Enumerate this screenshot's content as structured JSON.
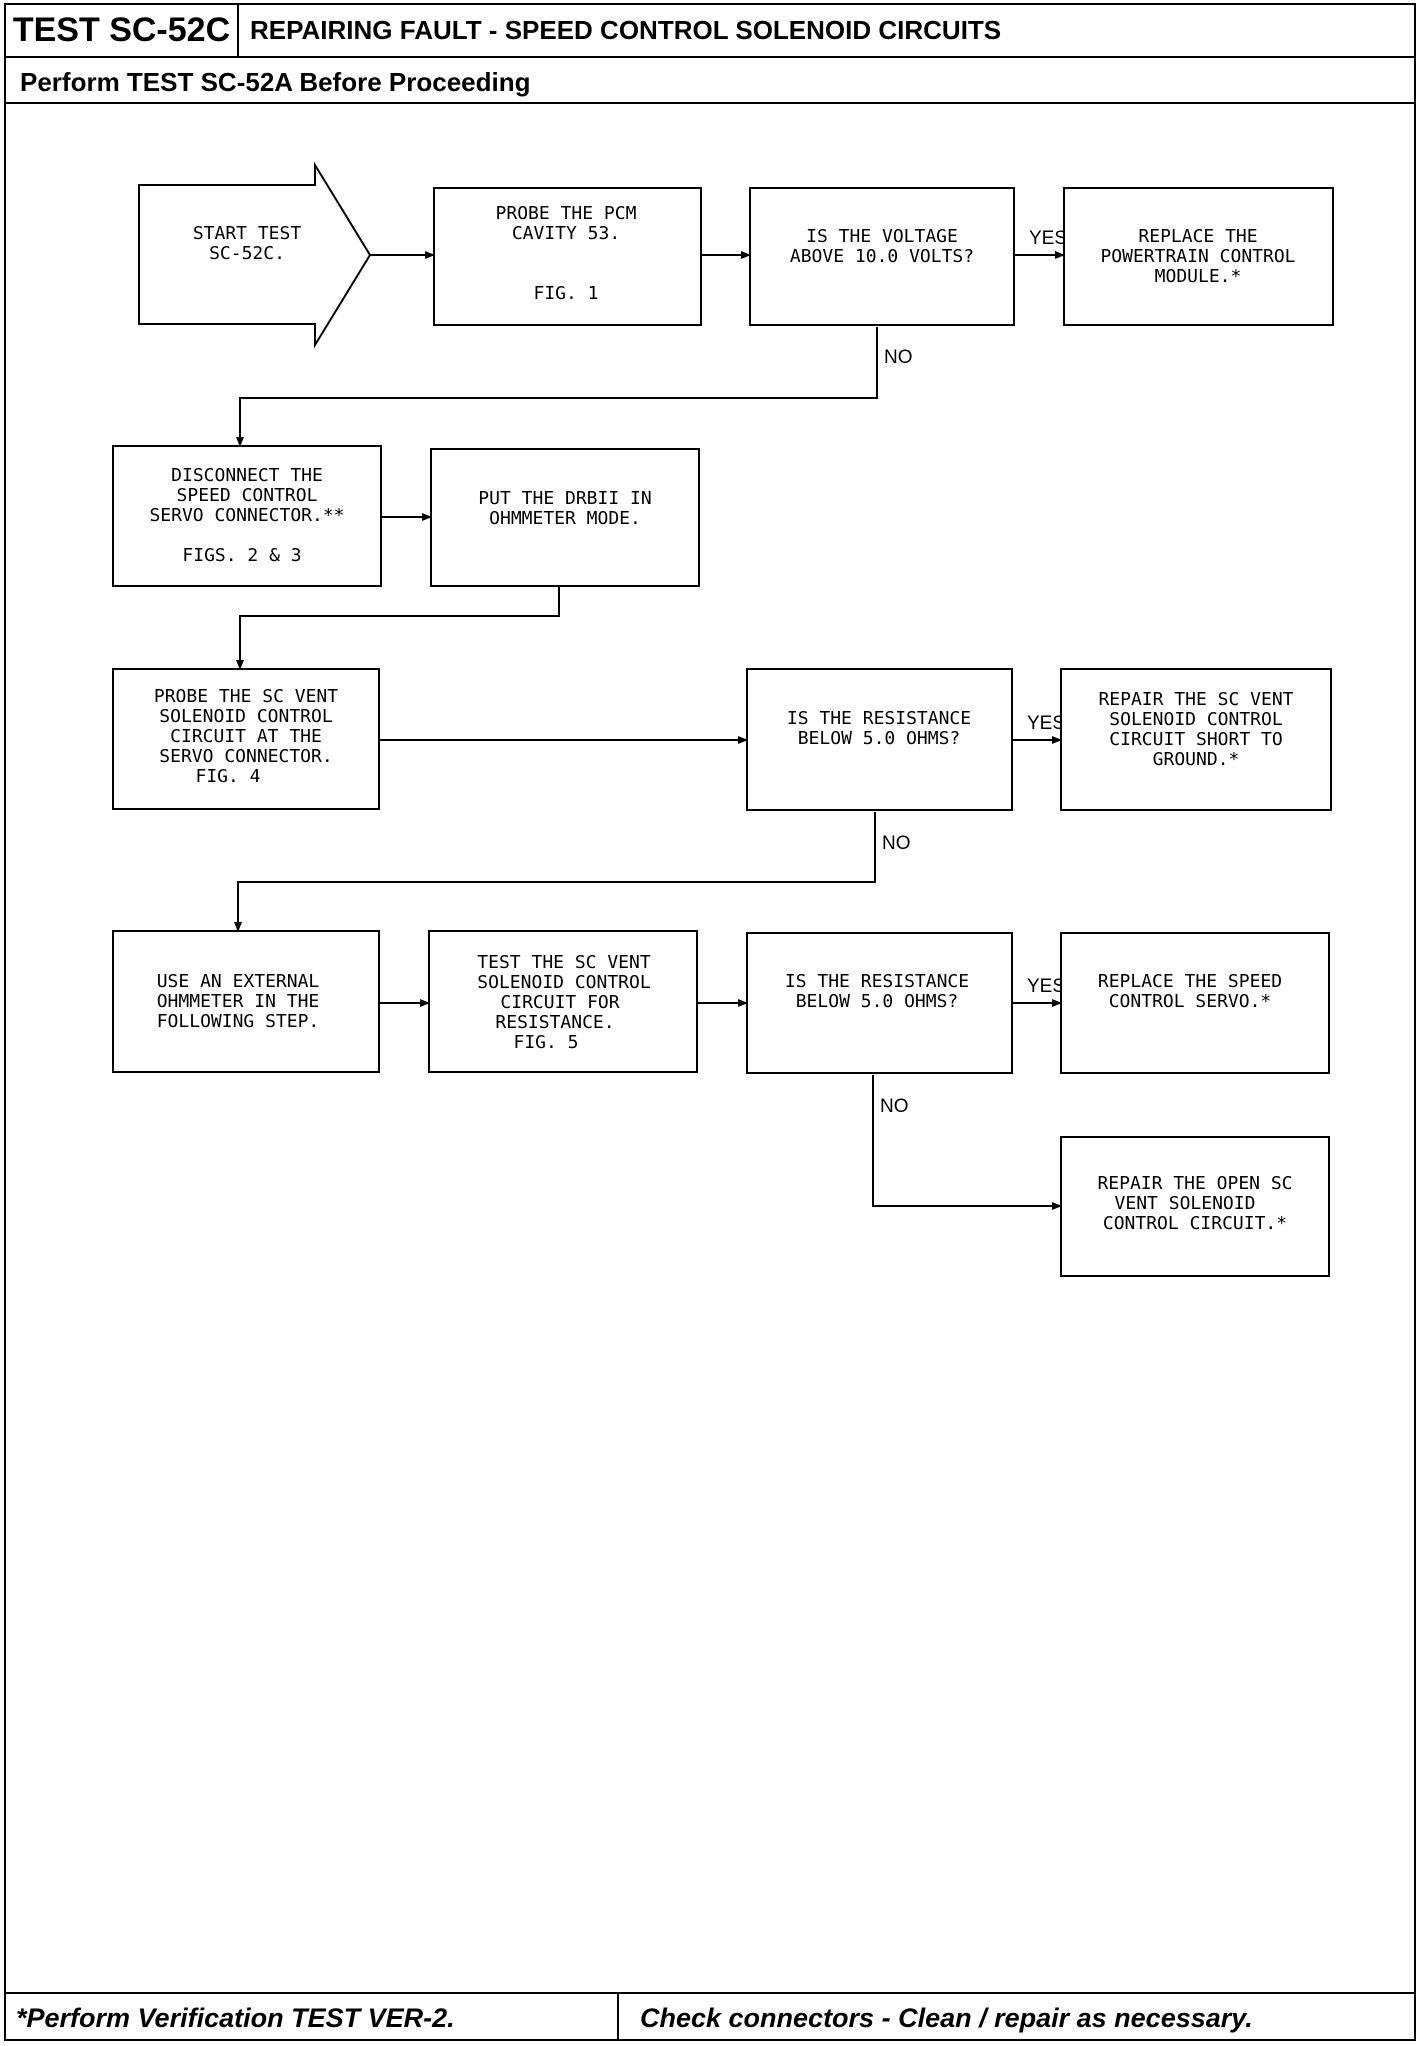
{
  "header": {
    "test_id": "TEST SC-52C",
    "title": "REPAIRING FAULT - SPEED CONTROL SOLENOID CIRCUITS",
    "subtitle": "Perform TEST SC-52A Before Proceeding"
  },
  "footer": {
    "left": "*Perform Verification TEST VER-2.",
    "right": "Check connectors - Clean / repair as necessary."
  },
  "flow": {
    "start": [
      "START TEST",
      "SC-52C."
    ],
    "probe_pcm": [
      "PROBE THE PCM",
      "CAVITY 53.",
      "",
      "FIG. 1"
    ],
    "q_voltage": [
      "IS THE VOLTAGE",
      "ABOVE 10.0 VOLTS?"
    ],
    "replace_pcm": [
      "REPLACE THE",
      "POWERTRAIN CONTROL",
      "MODULE.*"
    ],
    "disconnect": [
      "DISCONNECT THE",
      "SPEED CONTROL",
      "SERVO CONNECTOR.**",
      "",
      "FIGS. 2 & 3"
    ],
    "drbii": [
      "PUT THE DRBII IN",
      "OHMMETER MODE."
    ],
    "probe_vent": [
      "PROBE THE SC VENT",
      "SOLENOID CONTROL",
      "CIRCUIT AT THE",
      "SERVO CONNECTOR.",
      "FIG. 4"
    ],
    "q_resist1": [
      "IS THE RESISTANCE",
      "BELOW 5.0 OHMS?"
    ],
    "repair_short": [
      "REPAIR THE SC VENT",
      "SOLENOID CONTROL",
      "CIRCUIT SHORT TO",
      "GROUND.*"
    ],
    "external": [
      "USE AN EXTERNAL",
      "OHMMETER IN THE",
      "FOLLOWING STEP."
    ],
    "test_vent": [
      "TEST THE SC VENT",
      "SOLENOID CONTROL",
      "CIRCUIT FOR",
      "RESISTANCE.",
      "FIG. 5"
    ],
    "q_resist2": [
      "IS THE RESISTANCE",
      "BELOW 5.0 OHMS?"
    ],
    "replace_servo": [
      "REPLACE THE SPEED",
      "CONTROL SERVO.*"
    ],
    "repair_open": [
      "REPAIR THE OPEN SC",
      "VENT SOLENOID",
      "CONTROL CIRCUIT.*"
    ]
  },
  "labels": {
    "yes": "YES",
    "no": "NO"
  }
}
